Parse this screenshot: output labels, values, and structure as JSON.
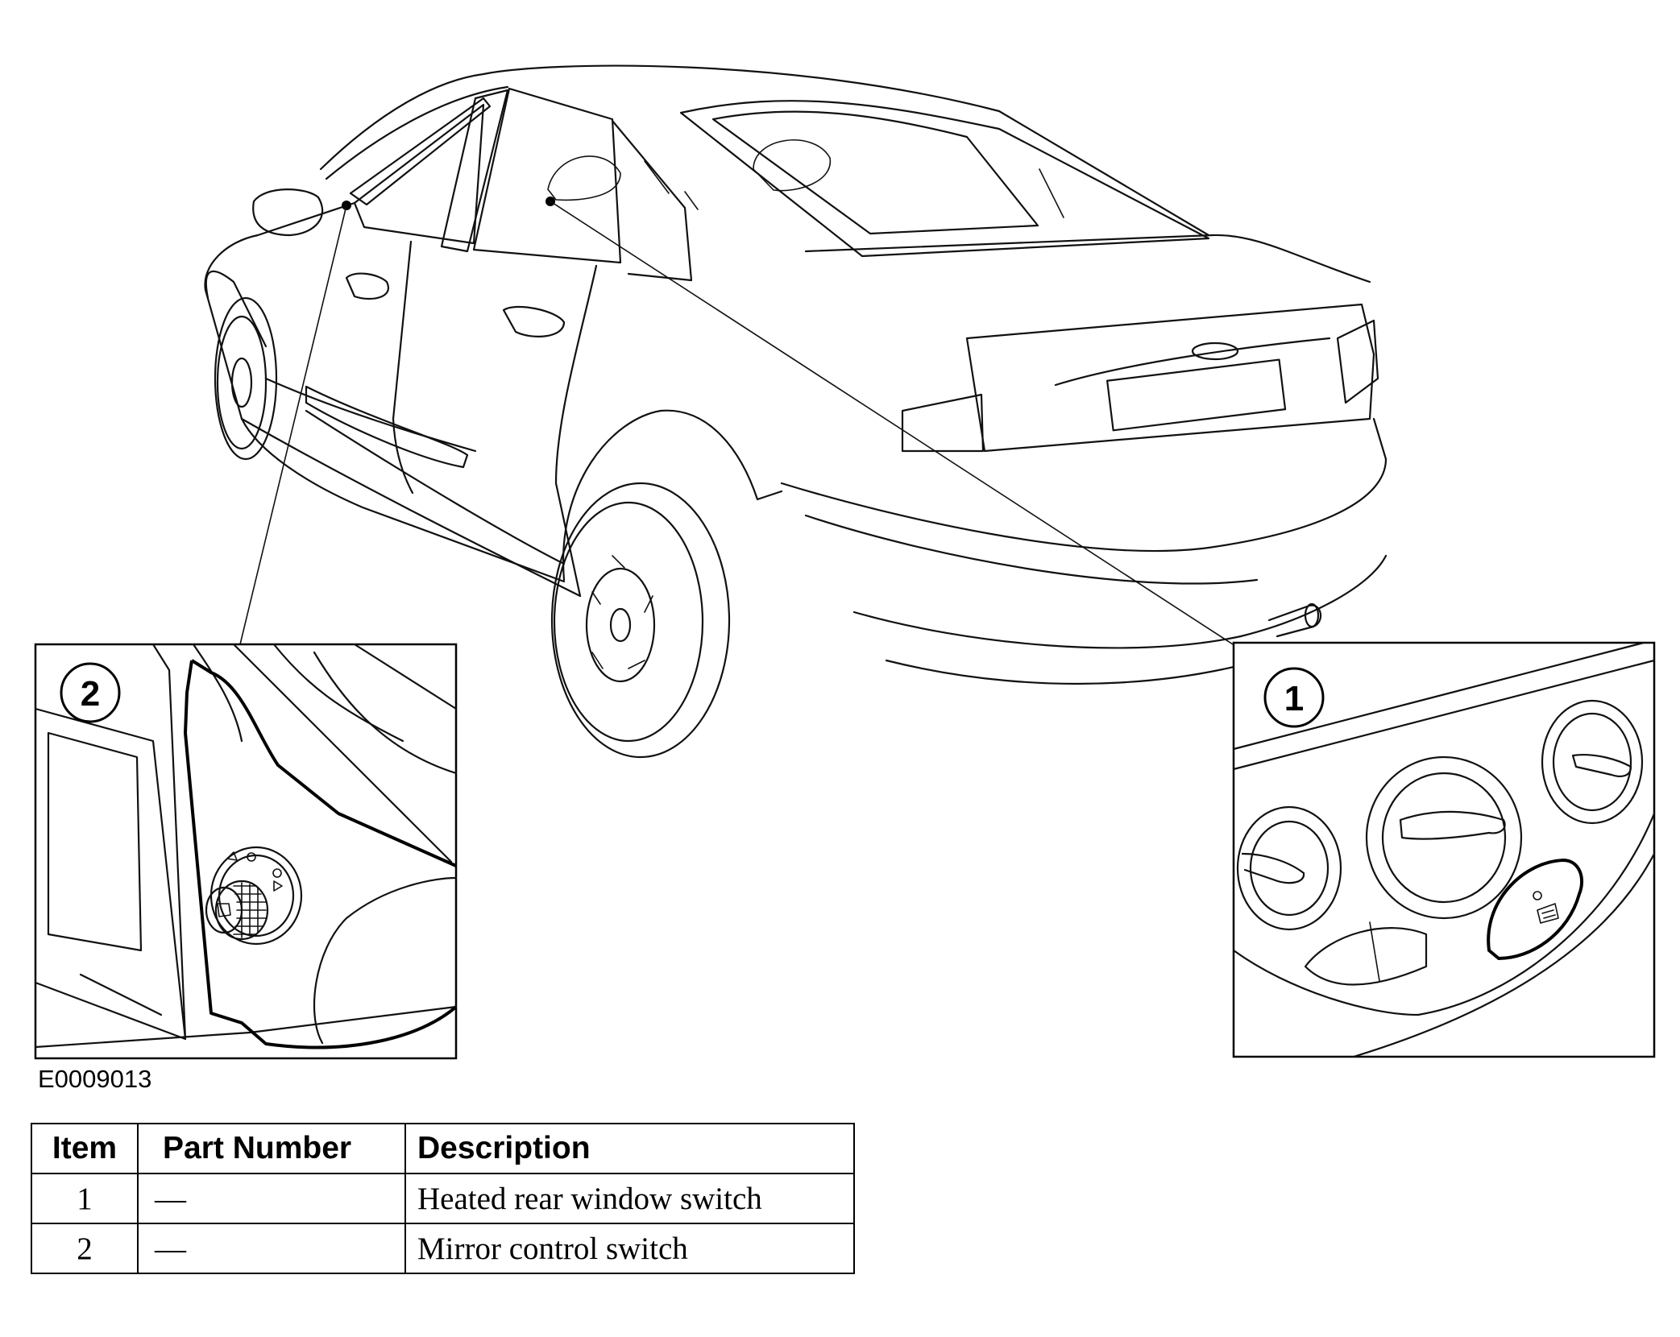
{
  "figure_id": "E0009013",
  "callouts": [
    {
      "number": "1",
      "target": "Heated rear window switch"
    },
    {
      "number": "2",
      "target": "Mirror control switch"
    }
  ],
  "table": {
    "headers": {
      "item": "Item",
      "part_number": "Part Number",
      "description": "Description"
    },
    "rows": [
      {
        "item": "1",
        "part_number": "—",
        "description": "Heated rear window switch"
      },
      {
        "item": "2",
        "part_number": "—",
        "description": "Mirror control switch"
      }
    ]
  }
}
